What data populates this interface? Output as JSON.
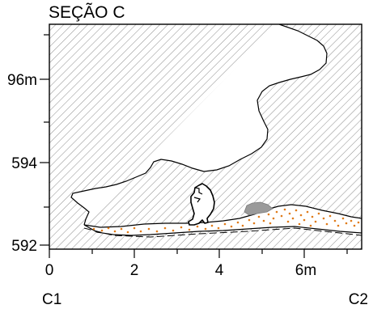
{
  "title": "SEÇÃO C",
  "y_axis": {
    "ticks": [
      {
        "value": 592,
        "label": "592"
      },
      {
        "value": 594,
        "label": "594"
      },
      {
        "value": 596,
        "label": "96m"
      }
    ],
    "range": [
      591.8,
      597.3
    ]
  },
  "x_axis": {
    "ticks": [
      {
        "value": 0,
        "label": "0"
      },
      {
        "value": 2,
        "label": "2"
      },
      {
        "value": 4,
        "label": "4"
      },
      {
        "value": 6,
        "label": "6m"
      }
    ],
    "range": [
      0,
      7.3
    ]
  },
  "endpoints": {
    "left": "C1",
    "right": "C2"
  },
  "colors": {
    "hatch": "#8c8c8c",
    "sediment_dots": "#e07b1a",
    "boulder": "#9a9a9a",
    "outline": "#000000"
  }
}
